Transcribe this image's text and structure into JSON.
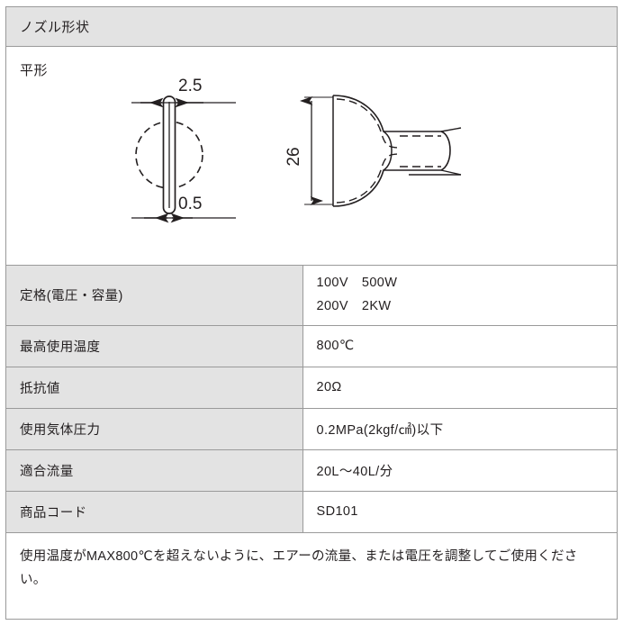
{
  "header": {
    "title": "ノズル形状"
  },
  "shape": {
    "type_label": "平形",
    "drawing": {
      "front_view": {
        "dim_width": "2.5",
        "dim_thickness": "0.5"
      },
      "side_view": {
        "dim_height": "26"
      }
    }
  },
  "specs": {
    "rows": [
      {
        "label": "定格(電圧・容量)",
        "lines": [
          "100V　500W",
          "200V　2KW"
        ]
      },
      {
        "label": "最高使用温度",
        "lines": [
          "800℃"
        ]
      },
      {
        "label": "抵抗値",
        "lines": [
          "20Ω"
        ]
      },
      {
        "label": "使用気体圧力",
        "lines": [
          "0.2MPa(2kgf/㎠)以下"
        ]
      },
      {
        "label": "適合流量",
        "lines": [
          "20L〜40L/分"
        ]
      },
      {
        "label": "商品コード",
        "lines": [
          "SD101"
        ]
      }
    ]
  },
  "note": {
    "text": "使用温度がMAX800℃を超えないように、エアーの流量、または電圧を調整してご使用ください。"
  },
  "colors": {
    "header_bg": "#e3e3e3",
    "label_bg": "#e3e3e3",
    "border": "#9a9a9a",
    "text": "#231f20",
    "drawing_line": "#231f20"
  }
}
